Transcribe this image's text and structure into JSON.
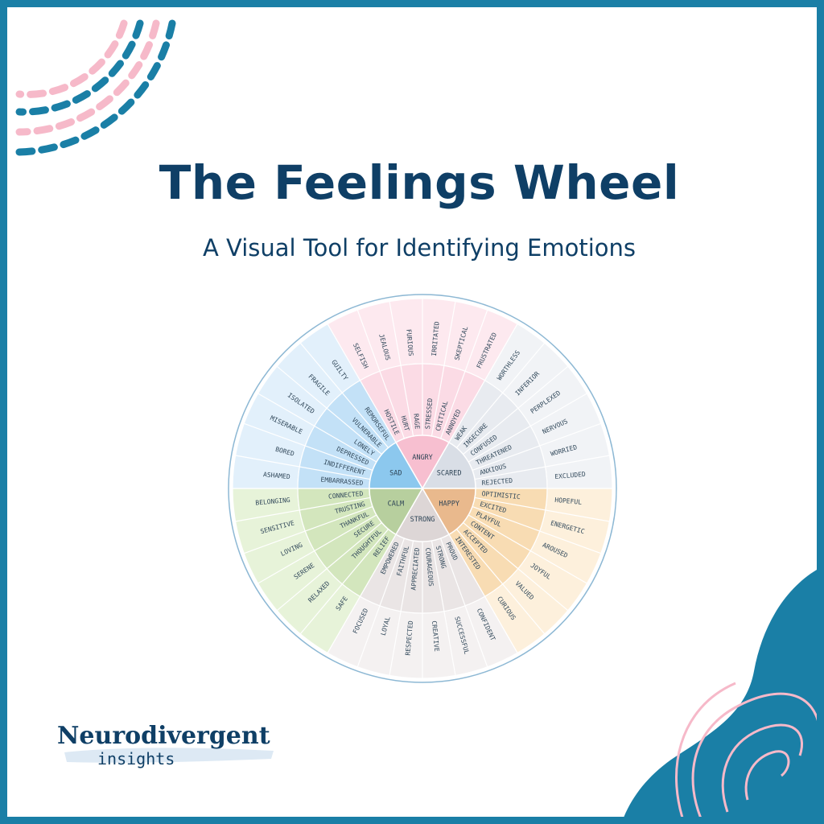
{
  "header": {
    "title": "The Feelings Wheel",
    "subtitle": "A Visual Tool for Identifying Emotions"
  },
  "brand": {
    "name": "Neurodivergent",
    "tagline": "insights"
  },
  "colors": {
    "frame": "#1a7fa6",
    "title": "#0f3f66",
    "accent_pink": "#f6b9c9"
  },
  "wheel": {
    "core": [
      {
        "label": "ANGRY",
        "color": "#f7bfd0",
        "ring": "#fbdbe5",
        "outer": "#fde9ef"
      },
      {
        "label": "SCARED",
        "color": "#d9dee6",
        "ring": "#e8ebf0",
        "outer": "#f1f3f6"
      },
      {
        "label": "HAPPY",
        "color": "#e9b98d",
        "ring": "#f8dcb3",
        "outer": "#fdf0dc"
      },
      {
        "label": "STRONG",
        "color": "#ddd6d6",
        "ring": "#eae5e5",
        "outer": "#f4f1f1"
      },
      {
        "label": "CALM",
        "color": "#b7cf9e",
        "ring": "#d3e6bd",
        "outer": "#e7f3d9"
      },
      {
        "label": "SAD",
        "color": "#8cc8ee",
        "ring": "#c3e1f7",
        "outer": "#e2f0fb"
      }
    ],
    "middle": [
      [
        "HOSTILE",
        "HURT",
        "RAGE",
        "STRESSED",
        "CRITICAL",
        "ANNOYED"
      ],
      [
        "WEAK",
        "INSECURE",
        "CONFUSED",
        "THREATENED",
        "ANXIOUS",
        "REJECTED"
      ],
      [
        "OPTIMISTIC",
        "EXCITED",
        "PLAYFUL",
        "CONTENT",
        "ACCEPTED",
        "INTERESTED"
      ],
      [
        "PROUD",
        "STRONG",
        "COURAGEOUS",
        "APPRECIATED",
        "FAITHFUL",
        "EMPOWERED"
      ],
      [
        "RELIEF",
        "THOUGHTFUL",
        "SECURE",
        "THANKFUL",
        "TRUSTING",
        "CONNECTED"
      ],
      [
        "EMBARRASSED",
        "INDIFFERENT",
        "DEPRESSED",
        "LONELY",
        "VULNERABLE",
        "REMORSEFUL"
      ]
    ],
    "outer": [
      [
        "SELFISH",
        "JEALOUS",
        "FURIOUS",
        "IRRITATED",
        "SKEPTICAL",
        "FRUSTRATED"
      ],
      [
        "WORTHLESS",
        "INFERIOR",
        "PERPLEXED",
        "NERVOUS",
        "WORRIED",
        "EXCLUDED"
      ],
      [
        "HOPEFUL",
        "ENERGETIC",
        "AROUSED",
        "JOYFUL",
        "VALUED",
        "CURIOUS"
      ],
      [
        "CONFIDENT",
        "SUCCESSFUL",
        "CREATIVE",
        "RESPECTED",
        "LOYAL",
        "FOCUSED"
      ],
      [
        "SAFE",
        "RELAXED",
        "SERENE",
        "LOVING",
        "SENSITIVE",
        "BELONGING"
      ],
      [
        "ASHAMED",
        "BORED",
        "MISERABLE",
        "ISOLATED",
        "FRAGILE",
        "GUILTY"
      ]
    ]
  }
}
